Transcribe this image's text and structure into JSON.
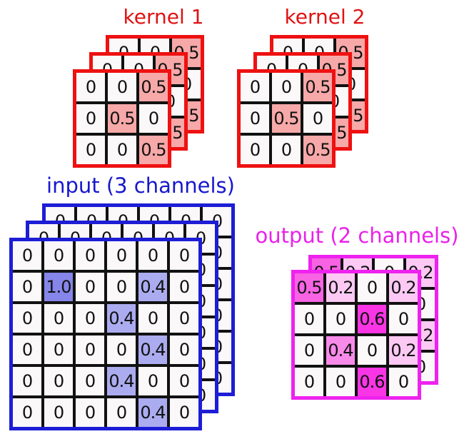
{
  "diagram_title": "multi-channel convolution diagram",
  "grid_line_color": "#111111",
  "cell_default_bg": "#faf8f8",
  "sections": {
    "kernel1": {
      "title": "kernel 1",
      "title_color": "#e01212",
      "border_color": "#ee1111",
      "num_layers": 3,
      "rows": 3,
      "cols": 3,
      "matrix": [
        [
          "0",
          "0",
          "0.5"
        ],
        [
          "0",
          "0.5",
          "0"
        ],
        [
          "0",
          "0",
          "0.5"
        ]
      ],
      "value_colors": {
        "0.5": "#f7a8a8"
      }
    },
    "kernel2": {
      "title": "kernel 2",
      "title_color": "#e01212",
      "border_color": "#ee1111",
      "num_layers": 3,
      "rows": 3,
      "cols": 3,
      "matrix": [
        [
          "0",
          "0",
          "0.5"
        ],
        [
          "0",
          "0.5",
          "0"
        ],
        [
          "0",
          "0",
          "0.5"
        ]
      ],
      "value_colors": {
        "0.5": "#f7a8a8"
      }
    },
    "input": {
      "title": "input (3 channels)",
      "title_color": "#1717cf",
      "border_color": "#1d1dd6",
      "num_layers": 3,
      "rows": 6,
      "cols": 6,
      "matrix": [
        [
          "0",
          "0",
          "0",
          "0",
          "0",
          "0"
        ],
        [
          "0",
          "1.0",
          "0",
          "0",
          "0.4",
          "0"
        ],
        [
          "0",
          "0",
          "0",
          "0.4",
          "0",
          "0"
        ],
        [
          "0",
          "0",
          "0",
          "0",
          "0.4",
          "0"
        ],
        [
          "0",
          "0",
          "0",
          "0.4",
          "0",
          "0"
        ],
        [
          "0",
          "0",
          "0",
          "0",
          "0.4",
          "0"
        ]
      ],
      "value_colors": {
        "1.0": "#8585ea",
        "0.4": "#abacf0"
      }
    },
    "output": {
      "title": "output (2 channels)",
      "title_color": "#e922e9",
      "border_color": "#ee22ee",
      "num_layers": 2,
      "rows": 4,
      "cols": 4,
      "matrix": [
        [
          "0.5",
          "0.2",
          "0",
          "0.2"
        ],
        [
          "0",
          "0",
          "0.6",
          "0"
        ],
        [
          "0",
          "0.4",
          "0",
          "0.2"
        ],
        [
          "0",
          "0",
          "0.6",
          "0"
        ]
      ],
      "value_colors": {
        "0.5": "#f763e3",
        "0.6": "#f935e5",
        "0.4": "#f88ae9",
        "0.2": "#fbc9f3"
      }
    }
  }
}
